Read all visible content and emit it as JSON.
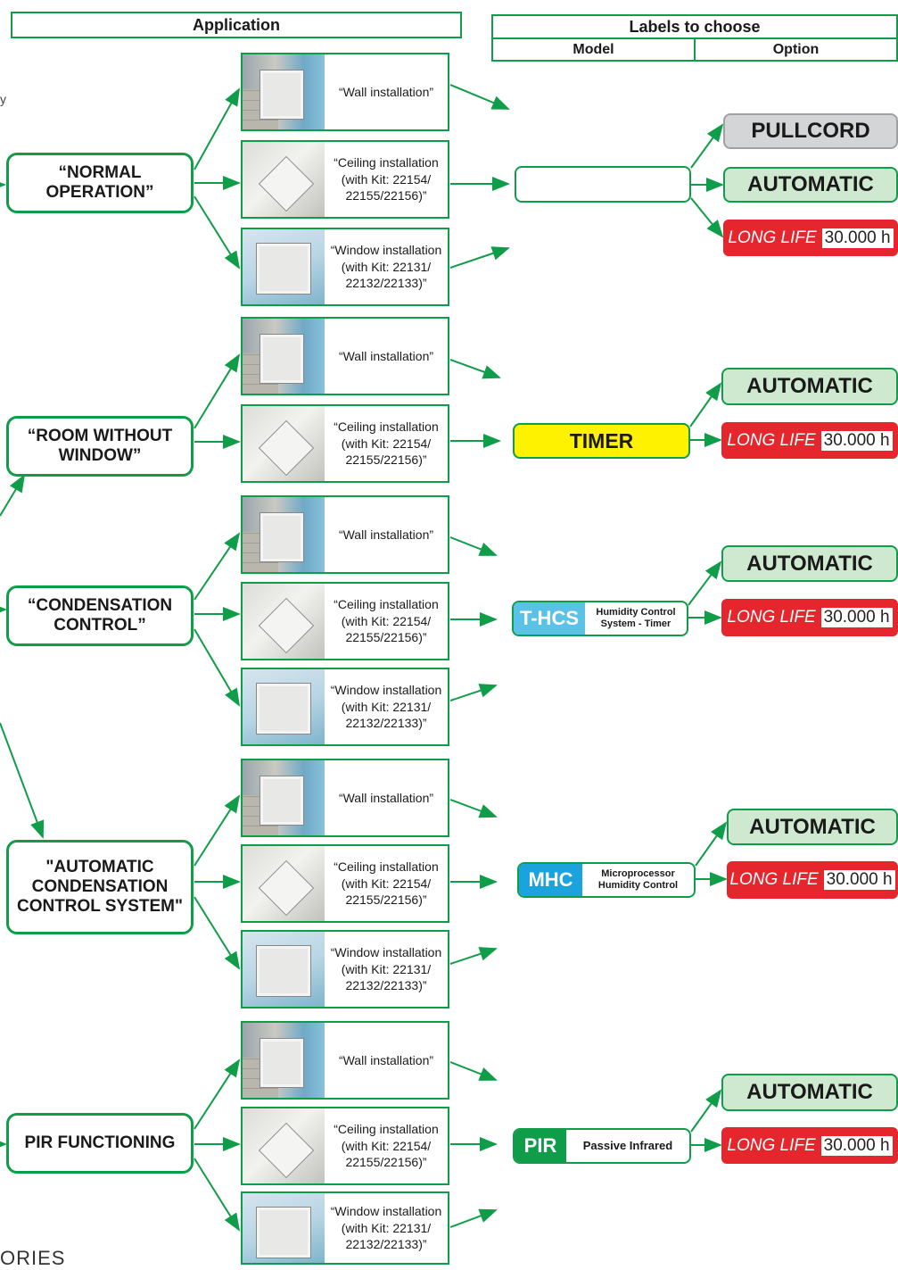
{
  "headers": {
    "application": "Application",
    "labels_to_choose": "Labels to choose",
    "model": "Model",
    "option": "Option"
  },
  "applications": [
    {
      "label": "“NORMAL OPERATION”"
    },
    {
      "label": "“ROOM WITHOUT WINDOW”"
    },
    {
      "label": "“CONDENSATION CONTROL”"
    },
    {
      "label": "\"AUTOMATIC CONDENSATION CONTROL SYSTEM\""
    },
    {
      "label": "PIR FUNCTIONING"
    }
  ],
  "installations": {
    "wall": "“Wall installation”",
    "ceiling": "“Ceiling installation (with Kit: 22154/ 22155/22156)”",
    "window": "“Window installation (with Kit: 22131/ 22132/22133)”"
  },
  "models": {
    "normal": {
      "code": "",
      "description": ""
    },
    "timer": {
      "code": "TIMER",
      "color": "#fff200"
    },
    "t_hcs": {
      "code": "T-HCS",
      "description": "Humidity Control System - Timer",
      "color": "#5bc2e7"
    },
    "mhc": {
      "code": "MHC",
      "description": "Microprocessor Humidity Control",
      "color": "#1aa3dd"
    },
    "pir": {
      "code": "PIR",
      "description": "Passive Infrared",
      "color": "#0f9d49"
    }
  },
  "options": {
    "pullcord": "PULLCORD",
    "automatic": "AUTOMATIC",
    "long_life": "LONG LIFE",
    "hours": "30.000 h"
  },
  "fragments": {
    "top_left": "y",
    "bottom_left": "ORIES"
  },
  "colors": {
    "green": "#0f9d49",
    "red": "#e5262c",
    "yellow": "#fff200",
    "light_green": "#cfe9d0",
    "grey": "#d4d5d6"
  }
}
